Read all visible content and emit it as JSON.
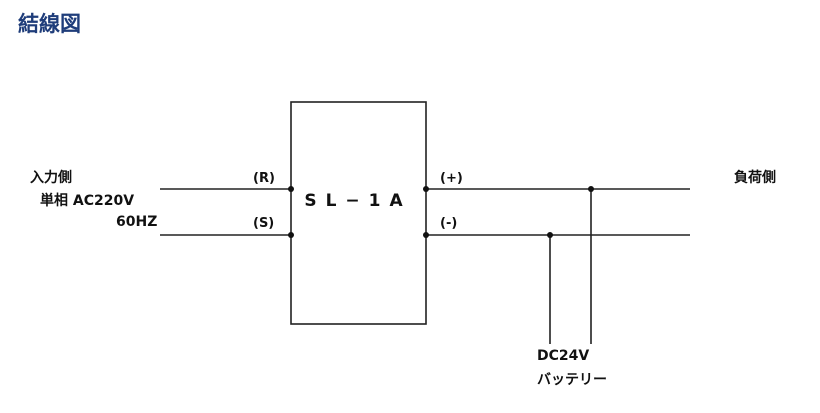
{
  "title": "結線図",
  "device": {
    "model": "SL−1A"
  },
  "input": {
    "line1": "入力側",
    "line2": "単相 AC220V",
    "line3": "60HZ",
    "terminal_r": "(R)",
    "terminal_s": "(S)"
  },
  "output": {
    "load_label": "負荷側",
    "terminal_plus": "(+)",
    "terminal_minus": "(-)"
  },
  "battery": {
    "voltage": "DC24V",
    "name": "バッテリー"
  }
}
